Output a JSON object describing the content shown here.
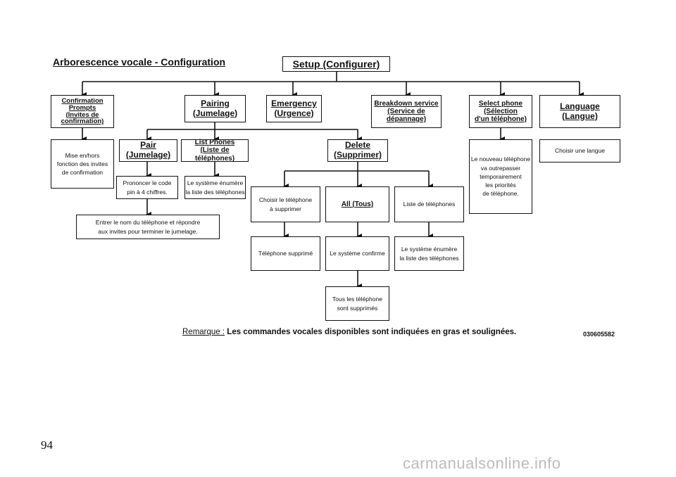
{
  "diagram": {
    "title": "Arborescence vocale - Configuration",
    "root": "Setup (Configurer)",
    "level1": {
      "confirmation": "Confirmation\nPrompts\n(Invites de\nconfirmation)",
      "pairing": "Pairing\n(Jumelage)",
      "emergency": "Emergency\n(Urgence)",
      "breakdown": "Breakdown service\n(Service de\ndépannage)",
      "select_phone": "Select phone\n(Sélection\nd'un téléphone)",
      "language": "Language\n(Langue)"
    },
    "confirmation_desc": "Mise en/hors\nfonction des invites\nde confirmation",
    "pair": "Pair\n(Jumelage)",
    "list_phones": "List Phones\n(Liste de téléphones)",
    "pin_text": "Prononcer le code\npin à 4 chiffres.",
    "list_desc": "Le système énumère\nla liste des téléphones",
    "name_text": "Entrer le nom du téléphone et répondre\naux invites pour terminer le jumelage.",
    "delete": "Delete\n(Supprimer)",
    "delete_choose": "Choisir le téléphone\nà supprimer",
    "delete_all": "All (Tous)",
    "delete_list": "Liste de téléphones",
    "deleted": "Téléphone supprimé",
    "confirms": "Le système confirme",
    "list_enum": "Le système énumère\nla liste des téléphones",
    "all_deleted": "Tous les téléphone\nsont supprimés",
    "select_desc": "Le nouveau téléphone\nva outrepasser\ntemporairement\nles priorités\nde téléphone.",
    "language_desc": "Choisir une langue",
    "remark_label": "Remarque :",
    "remark_text": " Les commandes vocales disponibles sont indiquées en gras et soulignées.",
    "code": "030605582"
  },
  "page_number": "94",
  "watermark": "carmanualsonline.info"
}
